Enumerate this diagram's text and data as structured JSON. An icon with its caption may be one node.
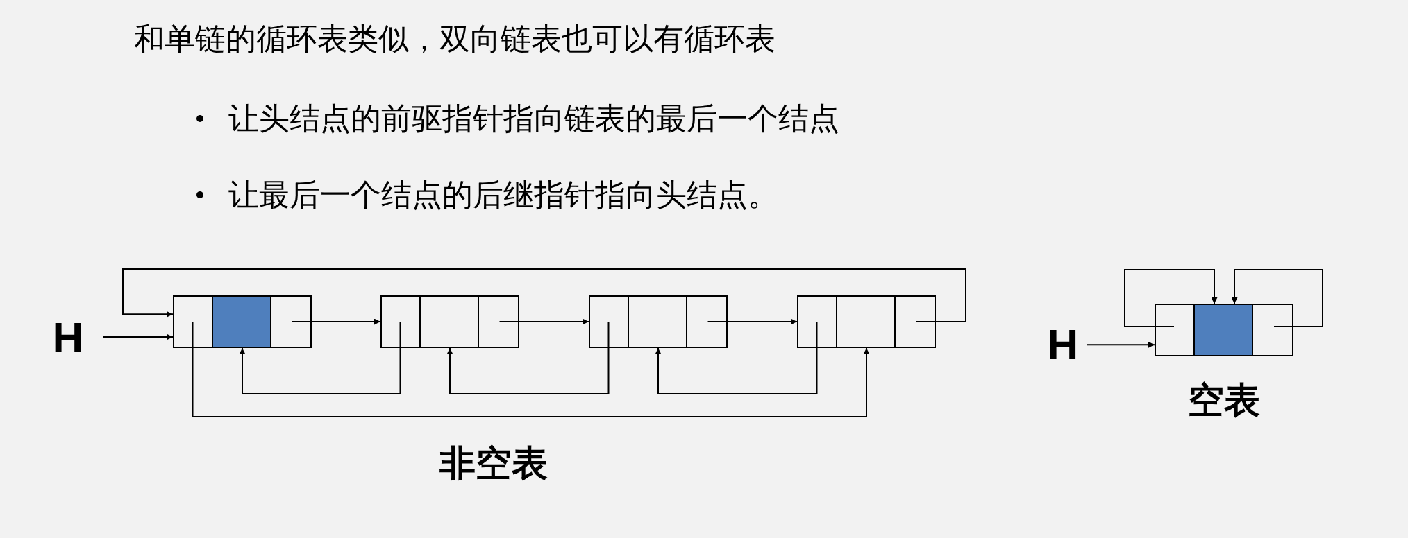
{
  "diagram": {
    "title": "和单链的循环表类似，双向链表也可以有循环表",
    "nodes": [
      {
        "text": [
          "H"
        ]
      },
      {
        "text": [],
        "shape": "box"
      },
      {
        "text": [],
        "shape": "box"
      },
      {
        "text": [],
        "shape": "box"
      },
      {
        "text": [],
        "shape": "box"
      },
      {
        "text": [
          "H"
        ]
      },
      {
        "text": [],
        "shape": "box"
      }
    ],
    "edges": [
      {
        "from": 0,
        "to": 1,
        "arrow": "to"
      },
      {
        "from": 1,
        "to": 2,
        "arrow": "to"
      },
      {
        "from": 2,
        "to": 3,
        "arrow": "to"
      },
      {
        "from": 3,
        "to": 4,
        "arrow": "to"
      },
      {
        "from": 4,
        "to": 1,
        "arrow": "to"
      },
      {
        "from": 2,
        "to": 1,
        "arrow": "to"
      },
      {
        "from": 3,
        "to": 2,
        "arrow": "to"
      },
      {
        "from": 4,
        "to": 3,
        "arrow": "to"
      },
      {
        "from": 1,
        "to": 4,
        "arrow": "to"
      },
      {
        "from": 5,
        "to": 6,
        "arrow": "to"
      },
      {
        "from": 6,
        "to": 6,
        "arrow": "to"
      },
      {
        "from": 6,
        "to": 6,
        "arrow": "to"
      }
    ],
    "labels": [
      "让头结点的前驱指针指向链表的最后一个结点",
      "让最后一个结点的后继指针指向头结点。",
      "非空表",
      "空表"
    ]
  }
}
